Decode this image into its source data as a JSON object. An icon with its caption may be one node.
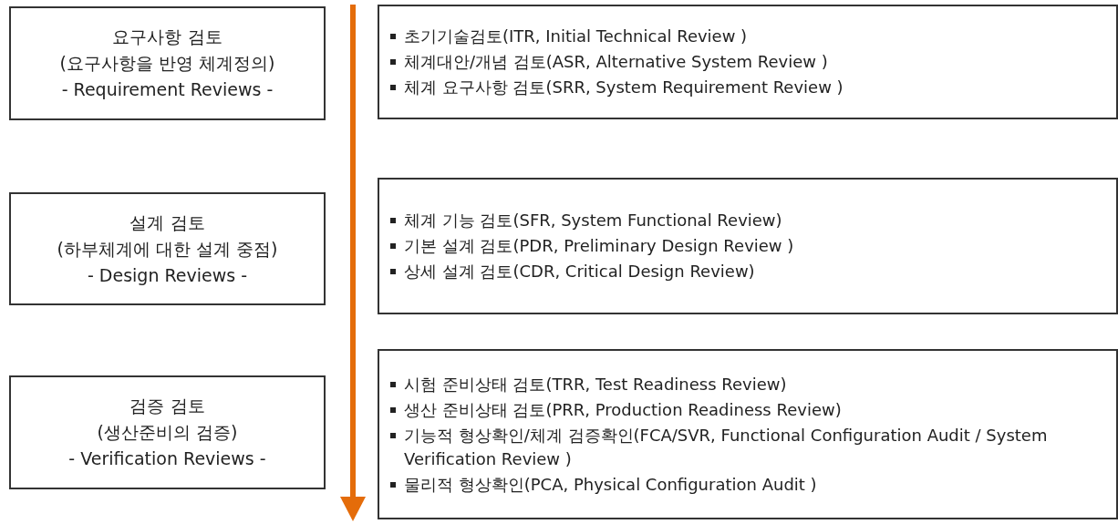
{
  "diagram": {
    "nodes": [
      {
        "text": [
          "요구사항 검토",
          "(요구사항을 반영 체계정의)",
          "- Requirement Reviews -"
        ]
      },
      {
        "text": [
          "초기기술검토(ITR, Initial Technical Review )",
          "체계대안/개념 검토(ASR, Alternative System Review )",
          "체계 요구사항 검토(SRR, System Requirement Review )"
        ]
      },
      {
        "text": [
          "설계 검토",
          "(하부체계에 대한 설계 중점)",
          "- Design Reviews -"
        ]
      },
      {
        "text": [
          "체계 기능 검토(SFR, System Functional Review)",
          "기본 설계 검토(PDR, Preliminary Design Review )",
          "상세 설계 검토(CDR, Critical Design Review)"
        ]
      },
      {
        "text": [
          "검증 검토",
          "(생산준비의 검증)",
          "- Verification Reviews -"
        ]
      },
      {
        "text": [
          "시험 준비상태 검토(TRR, Test Readiness Review)",
          "생산 준비상태 검토(PRR, Production Readiness Review)",
          "기능적 형상확인/체계 검증확인(FCA/SVR, Functional Configuration Audit / System Verification Review )",
          "물리적 형상확인(PCA, Physical Configuration Audit )"
        ]
      }
    ]
  }
}
